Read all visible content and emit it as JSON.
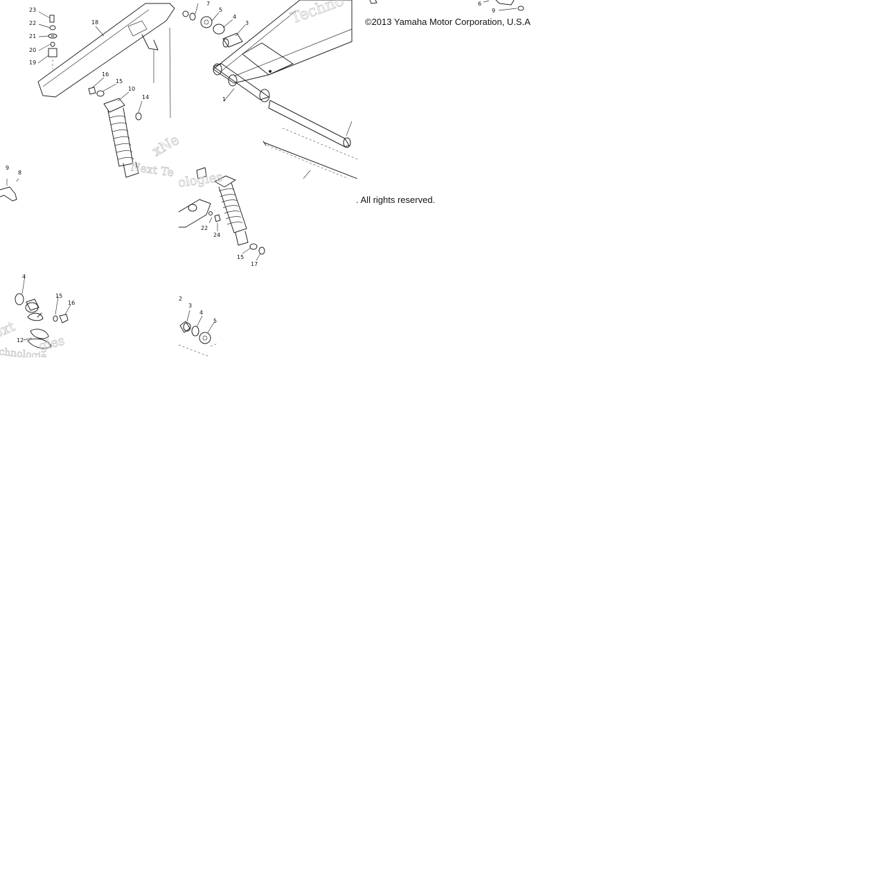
{
  "copyright": {
    "line1": "©2013 Yamaha Motor Corporation, U.S.A",
    "line2": ". All rights reserved."
  },
  "watermark": {
    "brand_fragments": [
      "Techno",
      "xNe",
      "Next Te",
      "ologies",
      "ext",
      "chnologie",
      "gies"
    ]
  },
  "callouts": {
    "tile_a": [
      "23",
      "22",
      "21",
      "20",
      "19",
      "18",
      "16",
      "15",
      "10",
      "14"
    ],
    "tile_b": [
      "7",
      "5",
      "4",
      "3",
      "1"
    ],
    "tile_c": [
      "6",
      "9"
    ],
    "tile_d": [
      "9",
      "8"
    ],
    "tile_e": [
      "22",
      "24",
      "15",
      "17"
    ],
    "tile_f": [
      "4",
      "15",
      "16",
      "12"
    ],
    "tile_g": [
      "2",
      "3",
      "4",
      "5"
    ]
  },
  "colors": {
    "line": "#222222",
    "watermark": "#c8c8c8",
    "background": "#ffffff"
  }
}
